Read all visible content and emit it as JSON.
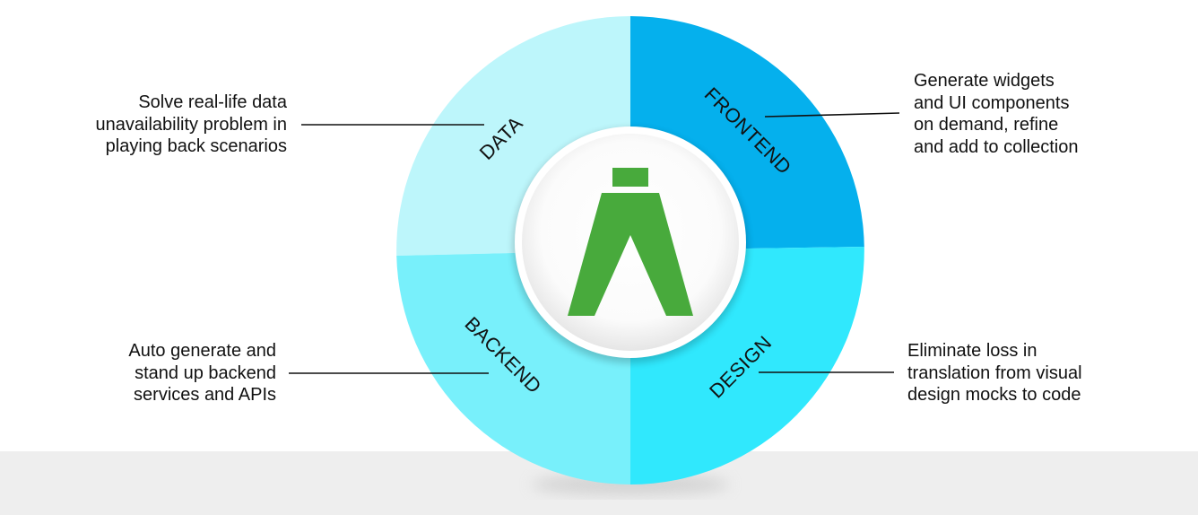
{
  "segments": {
    "data": {
      "label": "DATA",
      "color": "#bdf6fb"
    },
    "frontend": {
      "label": "FRONTEND",
      "color": "#05b0ed"
    },
    "backend": {
      "label": "BACKEND",
      "color": "#78f0fb"
    },
    "design": {
      "label": "DESIGN",
      "color": "#30e8fd"
    }
  },
  "logo": {
    "color": "#48aa3c",
    "name": "green-a-logo"
  },
  "callouts": {
    "data": [
      "Solve real-life data",
      "unavailability problem in",
      "playing back scenarios"
    ],
    "frontend": [
      "Generate widgets",
      "and UI components",
      "on demand, refine",
      "and add to collection"
    ],
    "backend": [
      "Auto generate and",
      "stand up backend",
      "services and APIs"
    ],
    "design": [
      "Eliminate loss in",
      "translation from visual",
      "design mocks to code"
    ]
  }
}
